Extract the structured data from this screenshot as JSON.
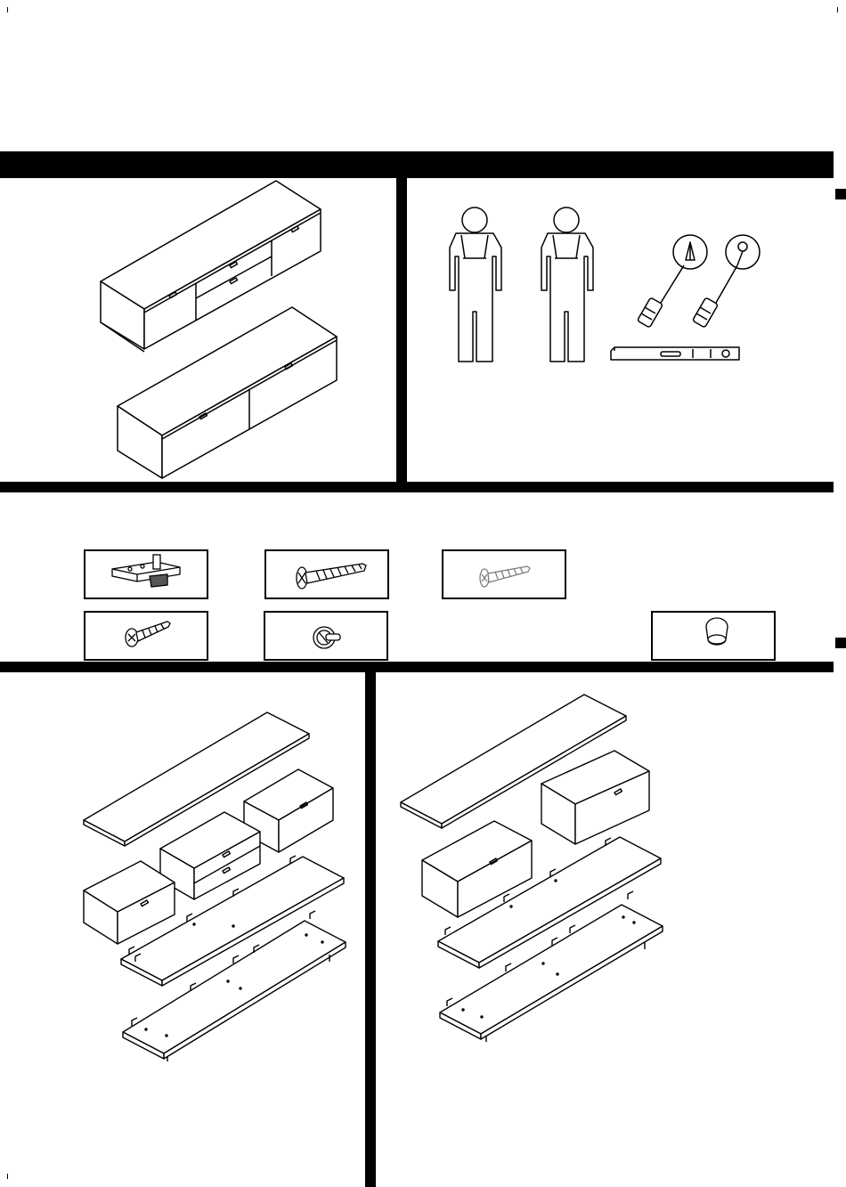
{
  "page": {
    "sections": [
      "product-overview",
      "tools-and-people",
      "hardware-fittings",
      "panel-parts"
    ]
  },
  "overview": {
    "items": [
      "wall-mounted-tv-unit",
      "floor-tv-unit"
    ]
  },
  "tools": {
    "items": [
      "person-icon",
      "person-icon",
      "phillips-screwdriver-icon",
      "flat-screwdriver-icon",
      "spirit-level-icon"
    ]
  },
  "fittings": {
    "items": [
      "wall-bracket-icon",
      "long-wood-screw-icon",
      "short-wood-screw-icon",
      "pan-head-screw-icon",
      "cam-lock-icon",
      "connector-cap-icon"
    ]
  },
  "parts": {
    "items": [
      "wall-unit-exploded-view",
      "floor-unit-exploded-view"
    ]
  }
}
